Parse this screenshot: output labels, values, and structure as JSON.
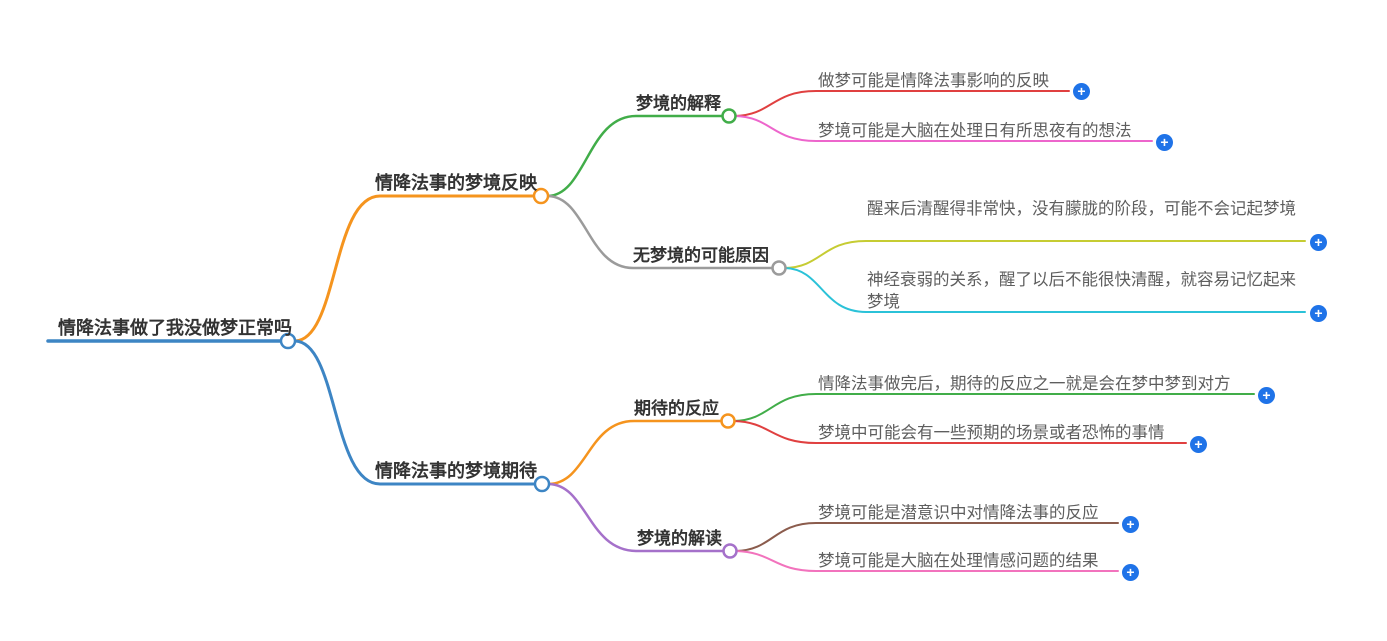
{
  "colors": {
    "blue": "#3d85c4",
    "orange": "#f5941e",
    "green": "#41ad49",
    "red": "#e04040",
    "magenta": "#ed66cc",
    "gray": "#9b9b9b",
    "yellow_green": "#c6cc33",
    "cyan": "#2bc2d8",
    "purple": "#a571ca",
    "brown": "#8b5c4d",
    "pink": "#f273bd",
    "plus_blue": "#1f73e8"
  },
  "icons": {
    "plus": "+"
  },
  "mindmap": {
    "root": {
      "label": "情降法事做了我没做梦正常吗"
    },
    "branches": [
      {
        "label": "情降法事的梦境反映",
        "children": [
          {
            "label": "梦境的解释",
            "leaves": [
              {
                "text": "做梦可能是情降法事影响的反映"
              },
              {
                "text": "梦境可能是大脑在处理日有所思夜有的想法"
              }
            ]
          },
          {
            "label": "无梦境的可能原因",
            "leaves": [
              {
                "text": "醒来后清醒得非常快，没有朦胧的阶段，可能不会记起梦境"
              },
              {
                "text": "神经衰弱的关系，醒了以后不能很快清醒，就容易记忆起来梦境"
              }
            ]
          }
        ]
      },
      {
        "label": "情降法事的梦境期待",
        "children": [
          {
            "label": "期待的反应",
            "leaves": [
              {
                "text": "情降法事做完后，期待的反应之一就是会在梦中梦到对方"
              },
              {
                "text": "梦境中可能会有一些预期的场景或者恐怖的事情"
              }
            ]
          },
          {
            "label": "梦境的解读",
            "leaves": [
              {
                "text": "梦境可能是潜意识中对情降法事的反应"
              },
              {
                "text": "梦境可能是大脑在处理情感问题的结果"
              }
            ]
          }
        ]
      }
    ]
  }
}
